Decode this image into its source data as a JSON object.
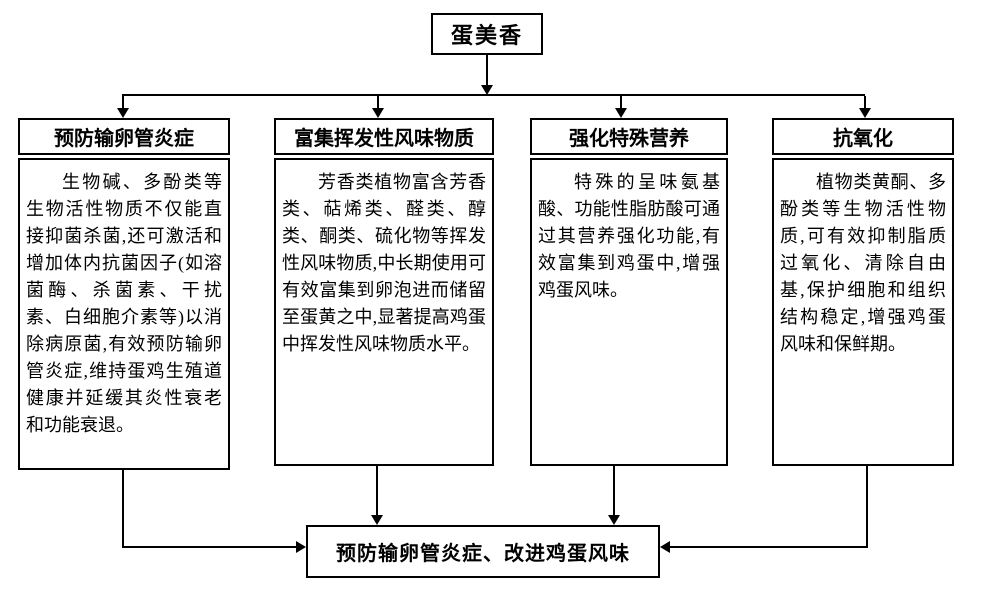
{
  "diagram": {
    "root": {
      "label": "蛋美香"
    },
    "columns": [
      {
        "title": "预防输卵管炎症",
        "body": "生物碱、多酚类等生物活性物质不仅能直接抑菌杀菌,还可激活和增加体内抗菌因子(如溶菌酶、杀菌素、干扰素、白细胞介素等)以消除病原菌,有效预防输卵管炎症,维持蛋鸡生殖道健康并延缓其炎性衰老和功能衰退。"
      },
      {
        "title": "富集挥发性风味物质",
        "body": "芳香类植物富含芳香类、萜烯类、醛类、醇类、酮类、硫化物等挥发性风味物质,中长期使用可有效富集到卵泡进而储留至蛋黄之中,显著提高鸡蛋中挥发性风味物质水平。"
      },
      {
        "title": "强化特殊营养",
        "body": "特殊的呈味氨基酸、功能性脂肪酸可通过其营养强化功能,有效富集到鸡蛋中,增强鸡蛋风味。"
      },
      {
        "title": "抗氧化",
        "body": "植物类黄酮、多酚类等生物活性物质,可有效抑制脂质过氧化、清除自由基,保护细胞和组织结构稳定,增强鸡蛋风味和保鲜期。"
      }
    ],
    "outcome": {
      "label": "预防输卵管炎症、改进鸡蛋风味"
    },
    "colors": {
      "line": "#000000",
      "text": "#000000",
      "background": "#ffffff"
    }
  }
}
